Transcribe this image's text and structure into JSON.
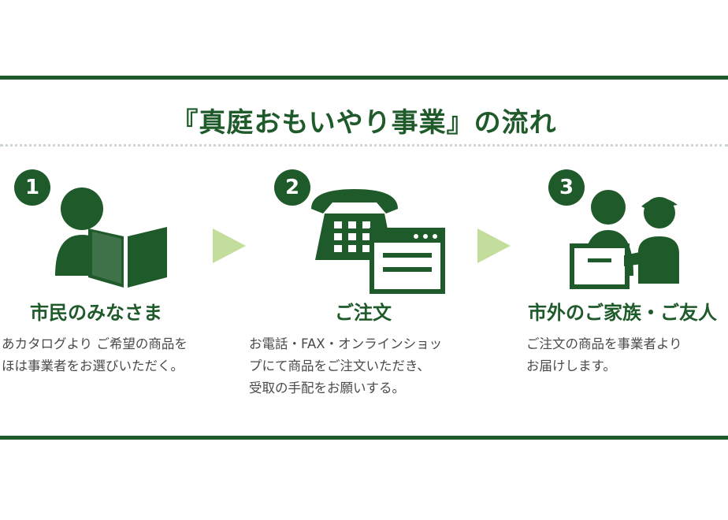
{
  "title": "『真庭おもいやり事業』の流れ",
  "colors": {
    "primary": "#1f5a2a",
    "arrow": "#c4dc9c",
    "divider": "#cfd8cf"
  },
  "steps": [
    {
      "number": "1",
      "icon": "person-reading-catalog-icon",
      "title": "市民のみなさま",
      "desc": [
        "あカタログより ご希望の商品を",
        "ほは事業者をお選びいただく。"
      ]
    },
    {
      "number": "2",
      "icon": "phone-and-web-order-icon",
      "title": "ご注文",
      "desc": [
        "お電話・FAX・オンラインショッ",
        "プにて商品をご注文いただき、",
        "受取の手配をお願いする。"
      ]
    },
    {
      "number": "3",
      "icon": "delivery-handover-icon",
      "title": "市外のご家族・ご友人",
      "desc": [
        "ご注文の商品を事業者より",
        "お届けします。"
      ]
    }
  ],
  "arrows": [
    "arrow-right-icon",
    "arrow-right-icon"
  ]
}
